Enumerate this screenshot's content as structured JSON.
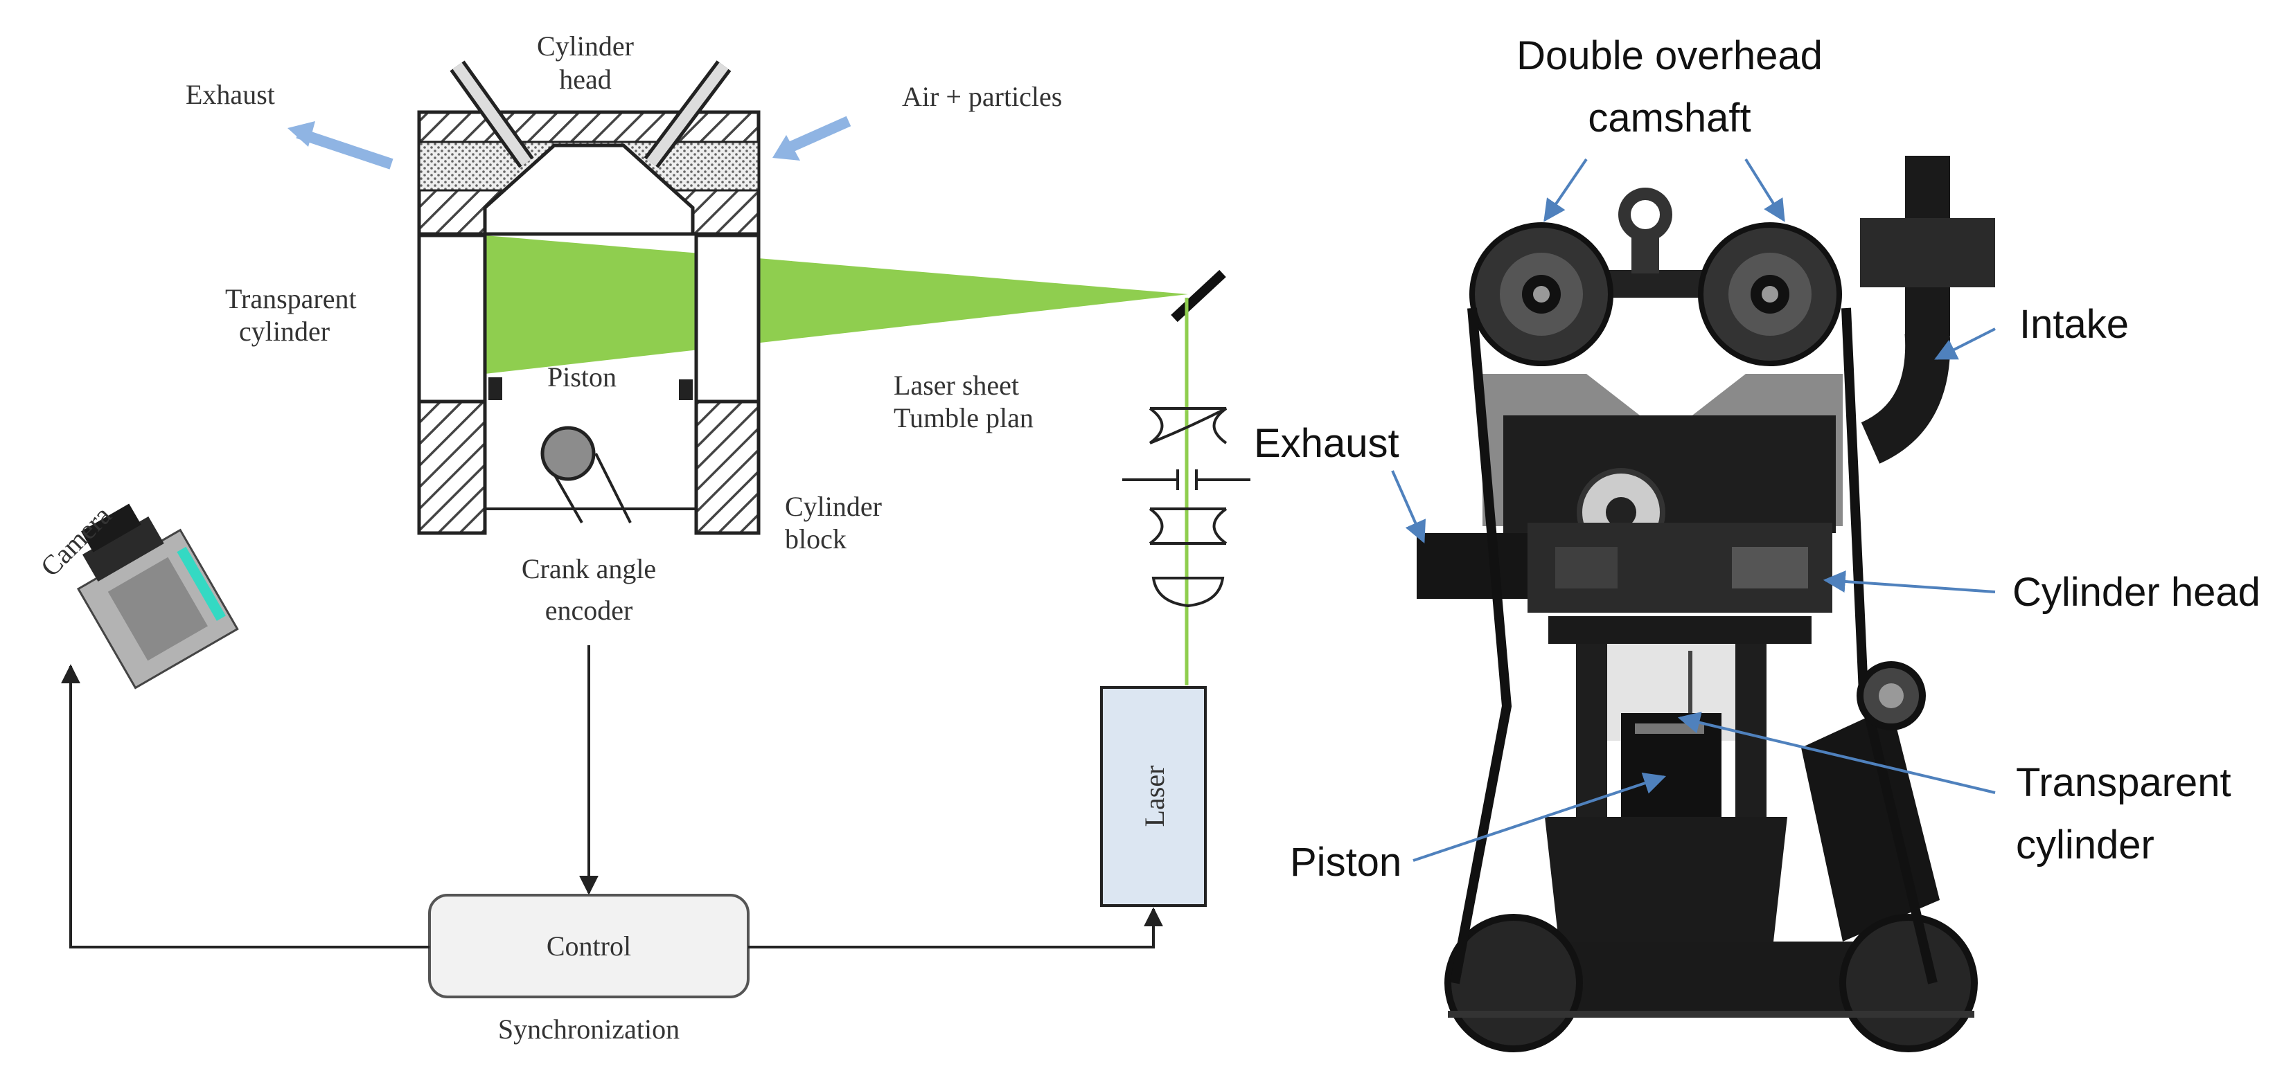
{
  "diagram": {
    "labels": {
      "cylinder_head_1": "Cylinder",
      "cylinder_head_2": "head",
      "exhaust": "Exhaust",
      "air_particles": "Air + particles",
      "transparent_cylinder_1": "Transparent",
      "transparent_cylinder_2": "cylinder",
      "piston": "Piston",
      "laser_sheet_1": "Laser sheet",
      "laser_sheet_2": "Tumble plan",
      "cylinder_block_1": "Cylinder",
      "cylinder_block_2": "block",
      "crank_1": "Crank angle",
      "crank_2": "encoder",
      "camera": "Camera",
      "laser": "Laser",
      "control": "Control",
      "synchronization": "Synchronization"
    },
    "colors": {
      "laser_sheet": "#8fce4f",
      "flow_arrow": "#8fb4e3",
      "laser_box": "#dce6f2",
      "camera_stripe": "#34d9c3"
    }
  },
  "photo": {
    "labels": {
      "camshaft_1": "Double overhead",
      "camshaft_2": "camshaft",
      "intake": "Intake",
      "exhaust": "Exhaust",
      "cylinder_head": "Cylinder head",
      "transparent_cylinder_1": "Transparent",
      "transparent_cylinder_2": "cylinder",
      "piston": "Piston"
    },
    "colors": {
      "leader": "#4f81bd"
    }
  }
}
